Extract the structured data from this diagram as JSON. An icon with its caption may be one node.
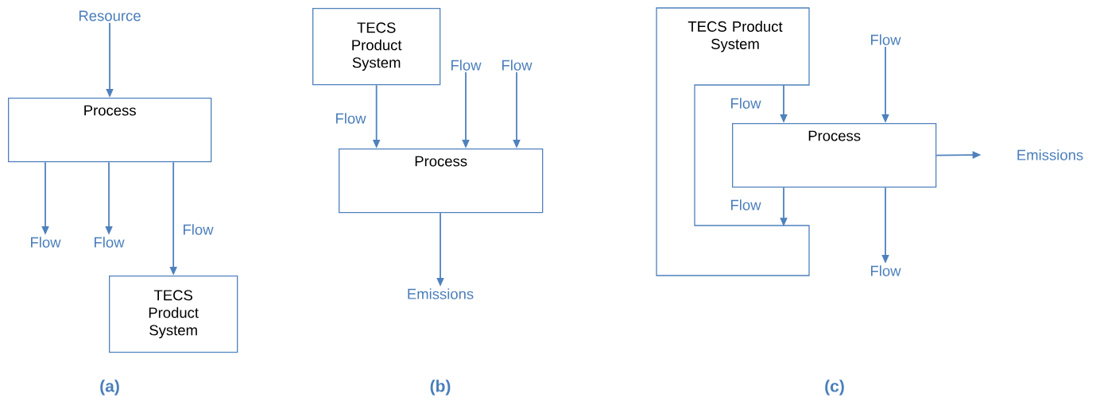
{
  "diagram": {
    "nodes": [
      {
        "text": [
          "Resource"
        ]
      },
      {
        "text": [
          "Process"
        ]
      },
      {
        "text": [
          "Flow"
        ]
      },
      {
        "text": [
          "Flow"
        ]
      },
      {
        "text": [
          "TECS Product System"
        ]
      },
      {
        "text": [
          "TECS Product System"
        ]
      },
      {
        "text": [
          "Flow"
        ]
      },
      {
        "text": [
          "Flow"
        ]
      },
      {
        "text": [
          "Process"
        ]
      },
      {
        "text": [
          "Emissions"
        ]
      },
      {
        "text": [
          "TECS Product System"
        ]
      },
      {
        "text": [
          "Flow"
        ]
      },
      {
        "text": [
          "Process"
        ]
      },
      {
        "text": [
          "Emissions"
        ]
      },
      {
        "text": [
          "Flow"
        ]
      }
    ],
    "edges": [
      {
        "from": 0,
        "to": 1,
        "arrow": "to"
      },
      {
        "from": 1,
        "to": 2,
        "arrow": "to"
      },
      {
        "from": 1,
        "to": 3,
        "arrow": "to"
      },
      {
        "from": 1,
        "to": 4,
        "arrow": "to",
        "label": "Flow"
      },
      {
        "from": 5,
        "to": 8,
        "arrow": "to",
        "label": "Flow"
      },
      {
        "from": 6,
        "to": 8,
        "arrow": "to"
      },
      {
        "from": 7,
        "to": 8,
        "arrow": "to"
      },
      {
        "from": 8,
        "to": 9,
        "arrow": "to"
      },
      {
        "from": 10,
        "to": 12,
        "arrow": "to",
        "label": "Flow"
      },
      {
        "from": 11,
        "to": 12,
        "arrow": "to"
      },
      {
        "from": 12,
        "to": 13,
        "arrow": "to"
      },
      {
        "from": 12,
        "to": 10,
        "arrow": "to",
        "label": "Flow"
      },
      {
        "from": 12,
        "to": 14,
        "arrow": "to"
      }
    ],
    "labels": [
      "(a)",
      "(b)",
      "(c)"
    ]
  }
}
